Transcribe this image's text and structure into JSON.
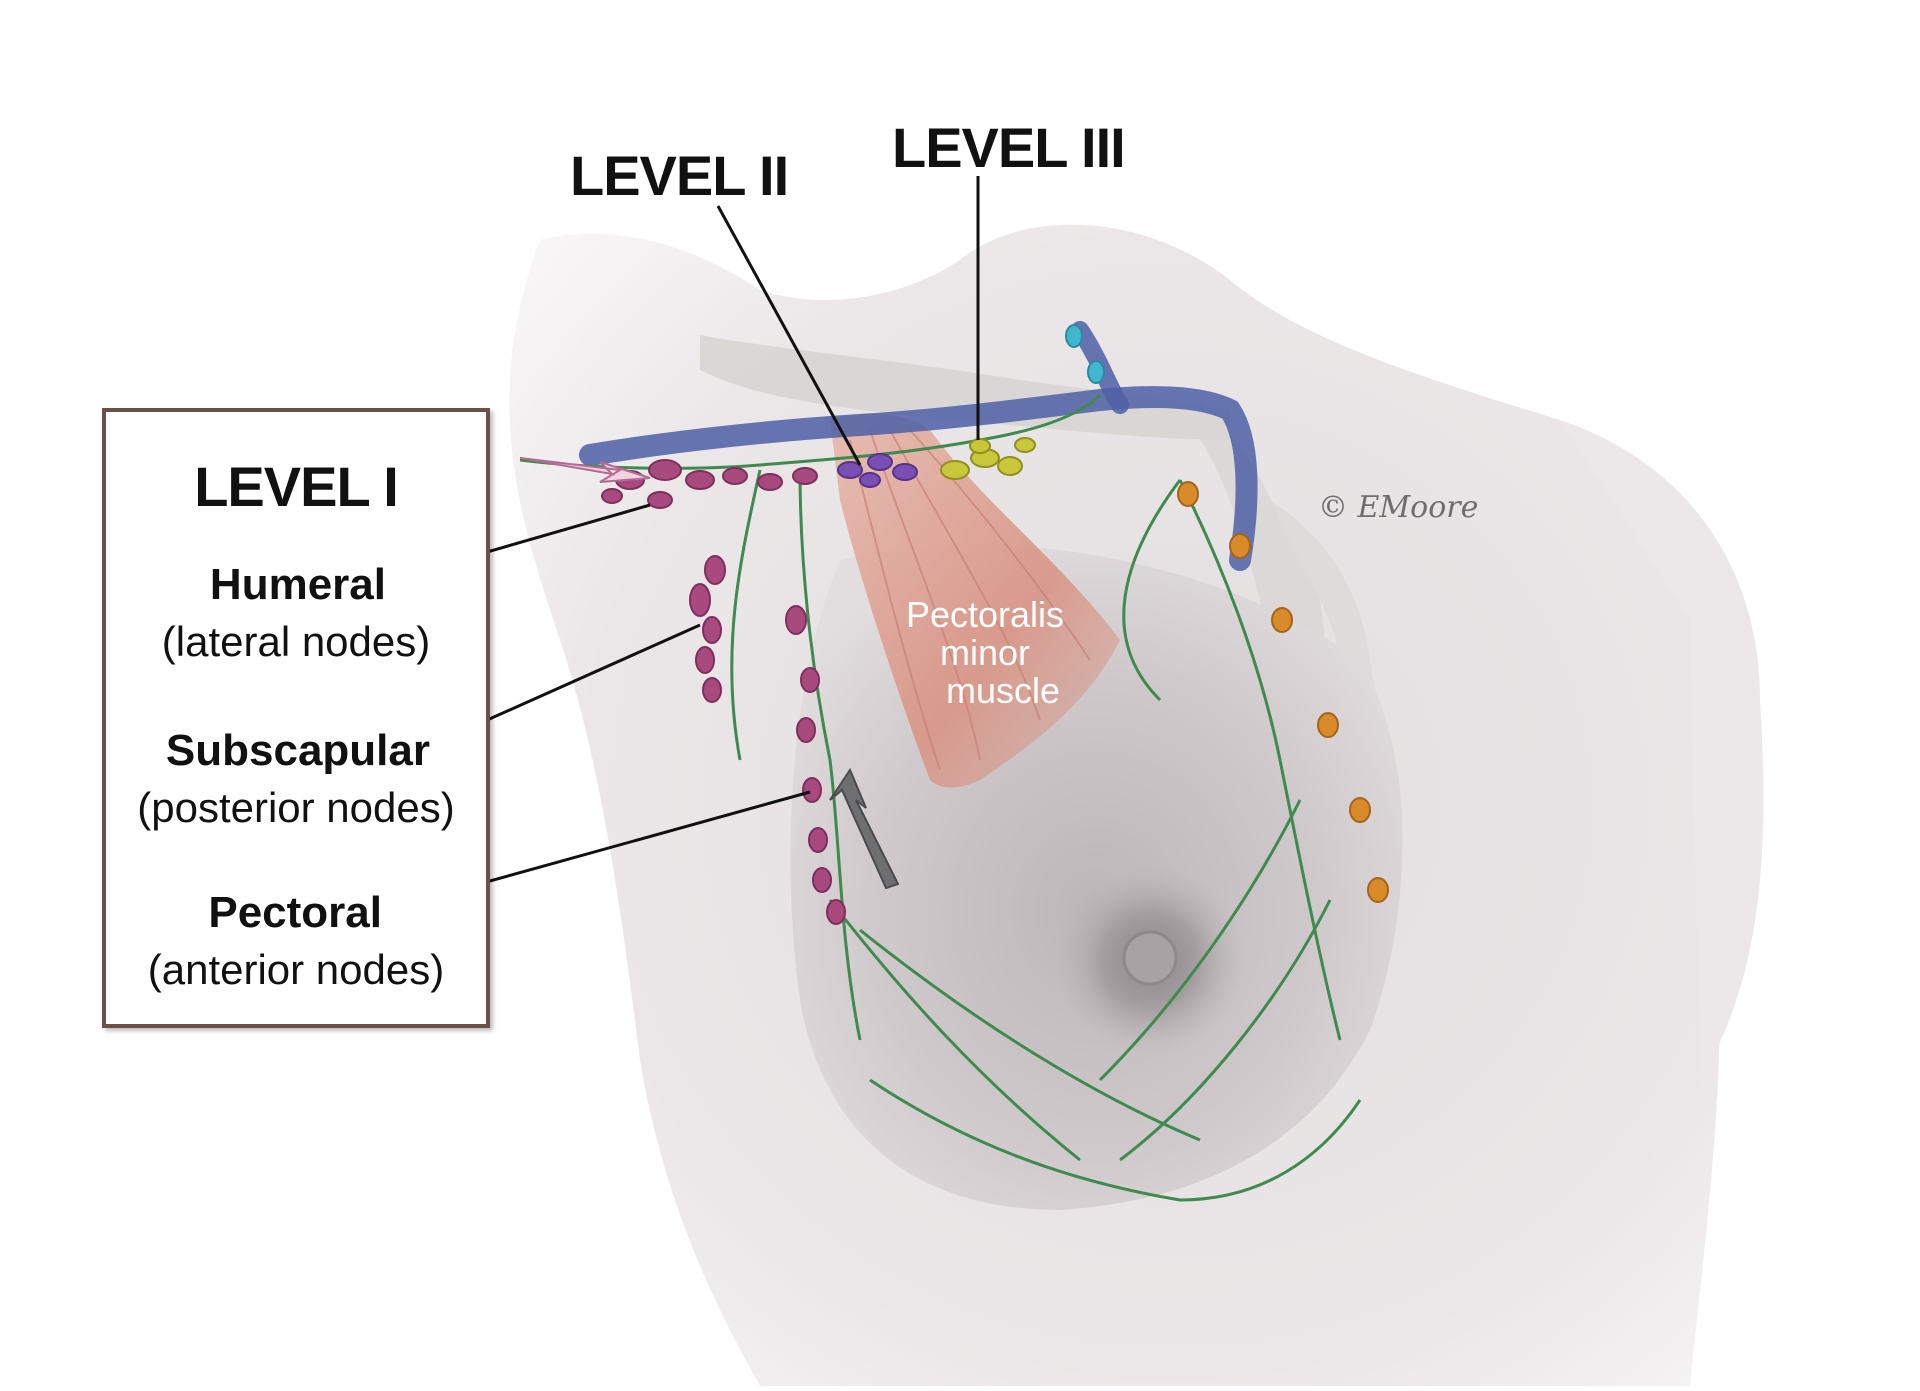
{
  "levels": {
    "level_ii": "LEVEL II",
    "level_iii": "LEVEL III"
  },
  "legend": {
    "title": "LEVEL I",
    "items": [
      {
        "name": "Humeral",
        "sub": "(lateral nodes)"
      },
      {
        "name": "Subscapular",
        "sub": "(posterior nodes)"
      },
      {
        "name": "Pectoral",
        "sub": "(anterior nodes)"
      }
    ]
  },
  "muscle_label": [
    "Pectoralis",
    "minor",
    "muscle"
  ],
  "signature": "© EMoore",
  "colors": {
    "skin": "#e6e2e3",
    "vein": "#4e5fa6",
    "lymph_vessel": "#3f8a4f",
    "level_i_nodes": "#a84a7e",
    "level_ii_nodes": "#7a4fb3",
    "level_iii_nodes": "#c8c83a",
    "internal_nodes": "#d98a2a",
    "muscle": "#d89484",
    "box_border": "#6b4f4b"
  }
}
